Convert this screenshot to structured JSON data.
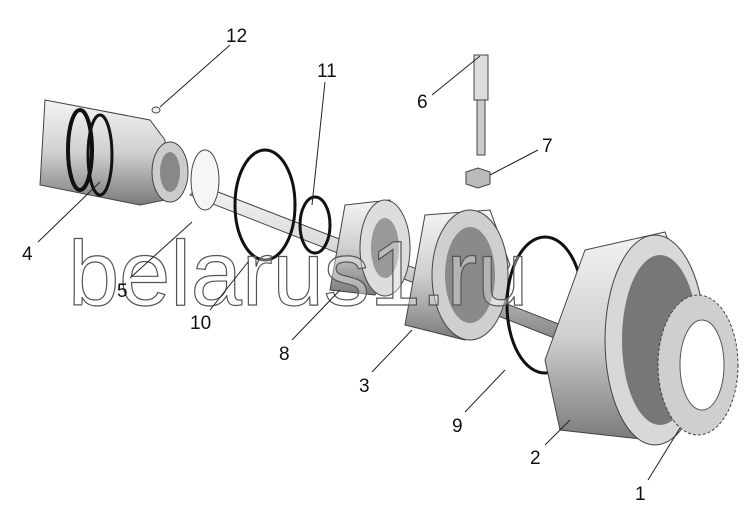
{
  "diagram": {
    "watermark": "belarus1.ru",
    "callouts": [
      {
        "id": "12",
        "label": "12"
      },
      {
        "id": "11",
        "label": "11"
      },
      {
        "id": "6",
        "label": "6"
      },
      {
        "id": "7",
        "label": "7"
      },
      {
        "id": "4",
        "label": "4"
      },
      {
        "id": "5",
        "label": "5"
      },
      {
        "id": "10",
        "label": "10"
      },
      {
        "id": "8",
        "label": "8"
      },
      {
        "id": "3",
        "label": "3"
      },
      {
        "id": "9",
        "label": "9"
      },
      {
        "id": "2",
        "label": "2"
      },
      {
        "id": "1",
        "label": "1"
      }
    ],
    "colors": {
      "part_light": "#e8e8e8",
      "part_mid": "#bdbdbd",
      "part_dark": "#6e6e6e",
      "ring": "#111111"
    }
  }
}
